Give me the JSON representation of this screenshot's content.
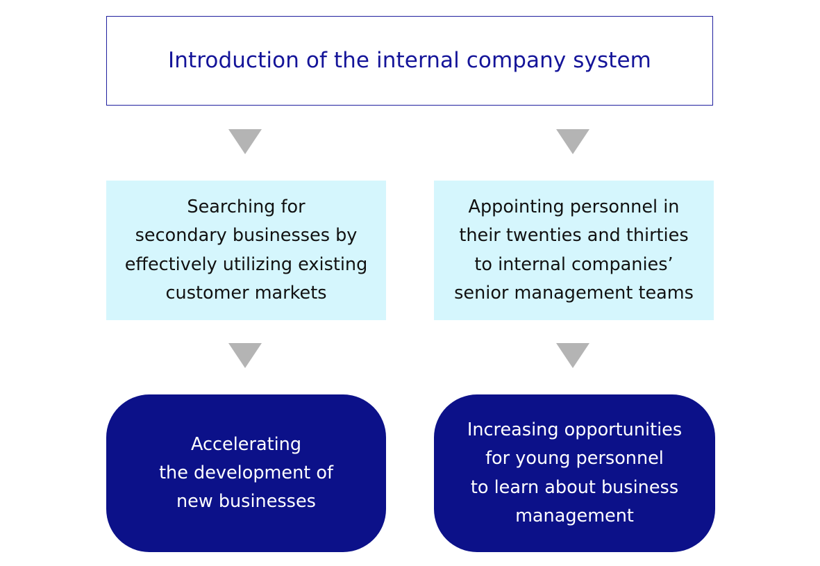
{
  "colors": {
    "navy_fill": "#0c1189",
    "navy_text": "#141499",
    "cyan_fill": "#d5f6fd",
    "arrow_gray": "#b4b4b4",
    "border_blue": "#1f1f9e",
    "body_text": "#111111",
    "white": "#ffffff",
    "background": "#ffffff"
  },
  "diagram": {
    "title_box": {
      "text": "Introduction of the internal company system"
    },
    "branches": [
      {
        "id": "left",
        "arrow_top": "down-triangle",
        "middle_box": {
          "lines": [
            "Searching for",
            "secondary businesses by",
            "effectively utilizing existing",
            "customer markets"
          ]
        },
        "arrow_bottom": "down-triangle",
        "outcome_box": {
          "lines": [
            "Accelerating",
            "the development of",
            "new businesses"
          ]
        }
      },
      {
        "id": "right",
        "arrow_top": "down-triangle",
        "middle_box": {
          "lines": [
            "Appointing personnel in",
            "their twenties and thirties",
            "to internal companies’",
            "senior management teams"
          ]
        },
        "arrow_bottom": "down-triangle",
        "outcome_box": {
          "lines": [
            "Increasing opportunities",
            "for young personnel",
            "to learn about business",
            "management"
          ]
        }
      }
    ]
  }
}
